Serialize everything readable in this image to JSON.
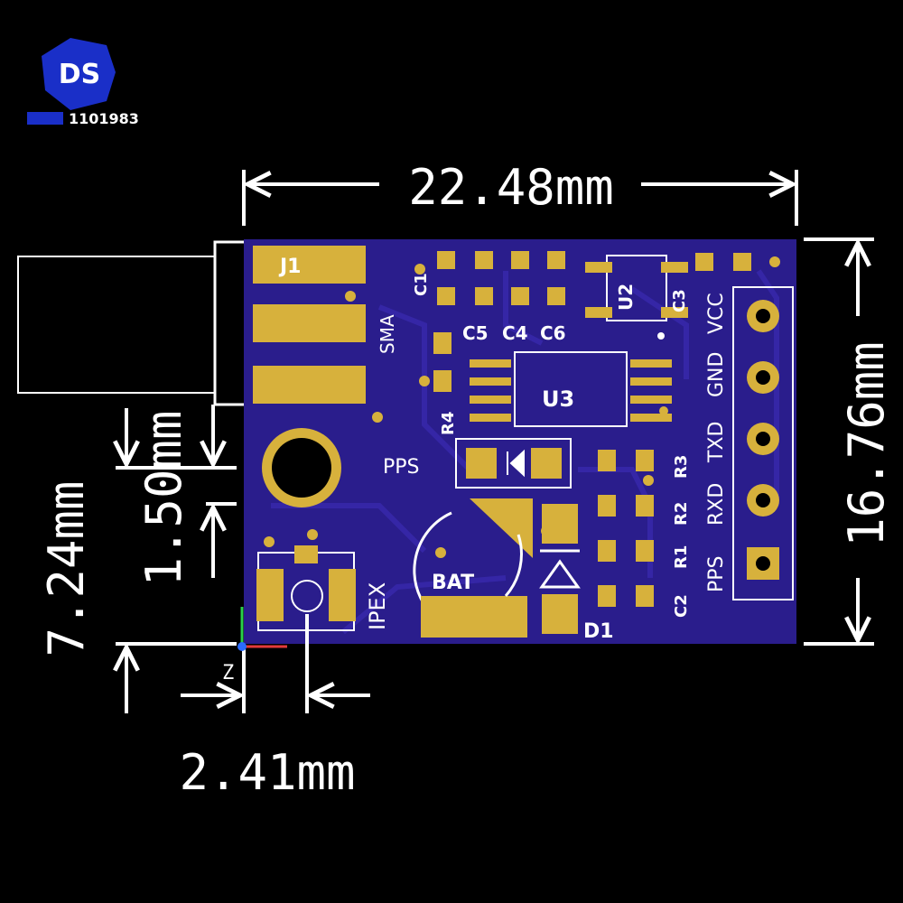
{
  "logo": {
    "mark": "DS",
    "text": "1101983"
  },
  "dimensions": {
    "width": "22.48mm",
    "height": "16.76mm",
    "left_offset": "7.24mm",
    "pin_offset": "1.50mm",
    "ipex_offset": "2.41mm"
  },
  "components": {
    "j1": "J1",
    "sma": "SMA",
    "c1": "C1",
    "c5": "C5",
    "c4": "C4",
    "c6": "C6",
    "u2": "U2",
    "c3": "C3",
    "u3": "U3",
    "r4": "R4",
    "pps_led": "PPS",
    "r3": "R3",
    "r2": "R2",
    "r1": "R1",
    "c2": "C2",
    "bat": "BAT",
    "d1": "D1",
    "ipex": "IPEX"
  },
  "header_pins": [
    "VCC",
    "GND",
    "TXD",
    "RXD",
    "PPS"
  ],
  "axis": {
    "z": "Z"
  },
  "colors": {
    "background": "#000000",
    "board": "#2a1d8c",
    "copper": "#d7b13c",
    "silkscreen": "#ffffff",
    "logo_blue": "#1a2fc8",
    "logo_red": "#e23a3a"
  }
}
